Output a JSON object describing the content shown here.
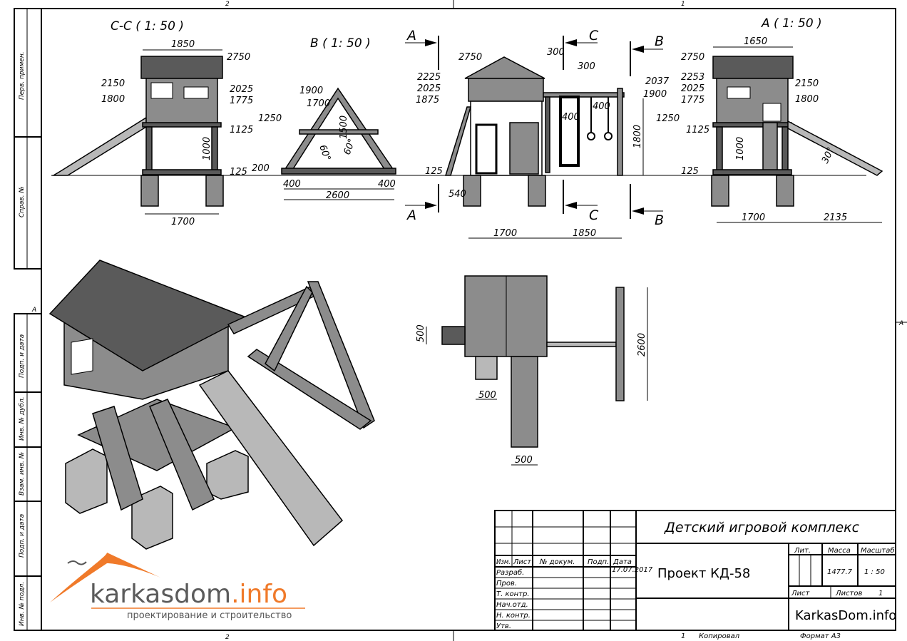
{
  "zones": {
    "top_left": "2",
    "top_right": "1",
    "bottom_left": "2",
    "bottom_right": "1",
    "left_mark": "A",
    "right_mark": "A"
  },
  "side_strip": [
    "Перв. примен.",
    "Справ. №",
    "Подп. и дата",
    "Инв. № дубл.",
    "Взам. инв. №",
    "Подп. и дата",
    "Инв. № подл."
  ],
  "views": {
    "cc": {
      "title": "C-C ( 1: 50 )",
      "dims": [
        "1850",
        "2750",
        "2150",
        "2025",
        "1800",
        "1775",
        "1250",
        "1125",
        "1000",
        "125",
        "1700"
      ]
    },
    "b": {
      "title": "B ( 1: 50 )",
      "dims": [
        "1900",
        "1700",
        "1500",
        "60°",
        "60°",
        "200",
        "400",
        "2600",
        "400"
      ]
    },
    "front": {
      "section_labels": [
        "A",
        "C",
        "B",
        "A",
        "C",
        "B"
      ],
      "dims": [
        "2750",
        "2225",
        "2025",
        "1875",
        "300",
        "300",
        "2037",
        "1900",
        "400",
        "400",
        "1800",
        "125",
        "540",
        "1700",
        "1850"
      ]
    },
    "a": {
      "title": "A ( 1: 50 )",
      "dims": [
        "1650",
        "2750",
        "2253",
        "2150",
        "2025",
        "1775",
        "1800",
        "1250",
        "1125",
        "1000",
        "125",
        "30°",
        "1700",
        "2135"
      ]
    },
    "plan": {
      "dims": [
        "500",
        "500",
        "500",
        "2600"
      ]
    }
  },
  "title_block": {
    "title": "Детский игровой комплекс",
    "project": "Проект КД-58",
    "site": "KarkasDom.info",
    "headers": {
      "izm": "Изм.",
      "list": "Лист",
      "doc": "№ докум.",
      "podp": "Подп.",
      "date": "Дата"
    },
    "roles": [
      "Разраб.",
      "Пров.",
      "Т. контр.",
      "Нач.отд.",
      "Н. контр.",
      "Утв."
    ],
    "date": "17.07.2017",
    "lit_label": "Лит.",
    "mass_label": "Масса",
    "scale_label": "Масштаб",
    "mass": "1477.7",
    "scale": "1 : 50",
    "sheet_label": "Лист",
    "sheets_label": "Листов",
    "sheets": "1",
    "footer_num": "1",
    "copied": "Копировал",
    "format": "Формат А3"
  },
  "logo": {
    "name": "karkasdom",
    "suffix": ".info",
    "tagline": "проектирование и строительство",
    "colors": {
      "orange": "#f07a2a",
      "gray": "#5b5b5b"
    }
  }
}
